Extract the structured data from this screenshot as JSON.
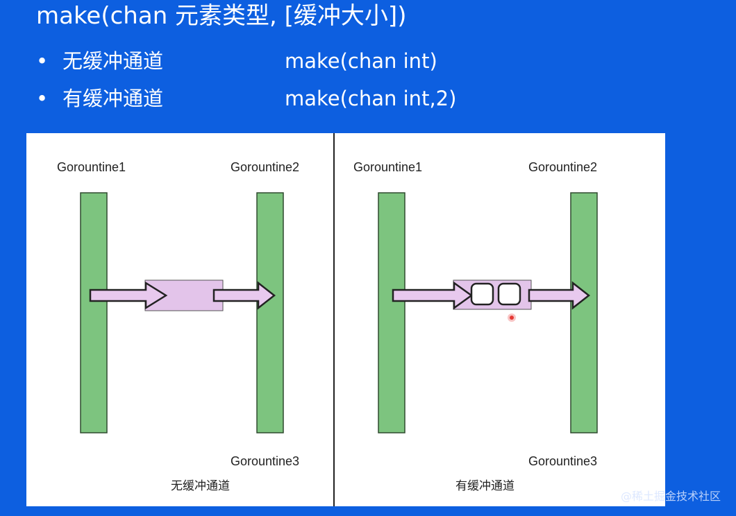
{
  "slide": {
    "title": "make(chan 元素类型, [缓冲大小])",
    "bullets": [
      {
        "dot": "•",
        "label": "无缓冲通道",
        "code": "make(chan int)"
      },
      {
        "dot": "•",
        "label": "有缓冲通道",
        "code": "make(chan int,2)"
      }
    ]
  },
  "diagram": {
    "left": {
      "top_left_label": "Gorountine1",
      "top_right_label": "Gorountine2",
      "bottom_right_label": "Gorountine3",
      "caption": "无缓冲通道"
    },
    "right": {
      "top_left_label": "Gorountine1",
      "top_right_label": "Gorountine2",
      "bottom_right_label": "Gorountine3",
      "caption": "有缓冲通道",
      "buffer_slots": 2
    },
    "colors": {
      "bar_fill": "#7dc47f",
      "bar_stroke": "#2e4a2e",
      "channel_fill": "#e3c4ea",
      "arrow_fill": "#e8c9ee",
      "divider": "#222222",
      "pointer": "#e53935"
    }
  },
  "watermark": "@稀土掘金技术社区"
}
